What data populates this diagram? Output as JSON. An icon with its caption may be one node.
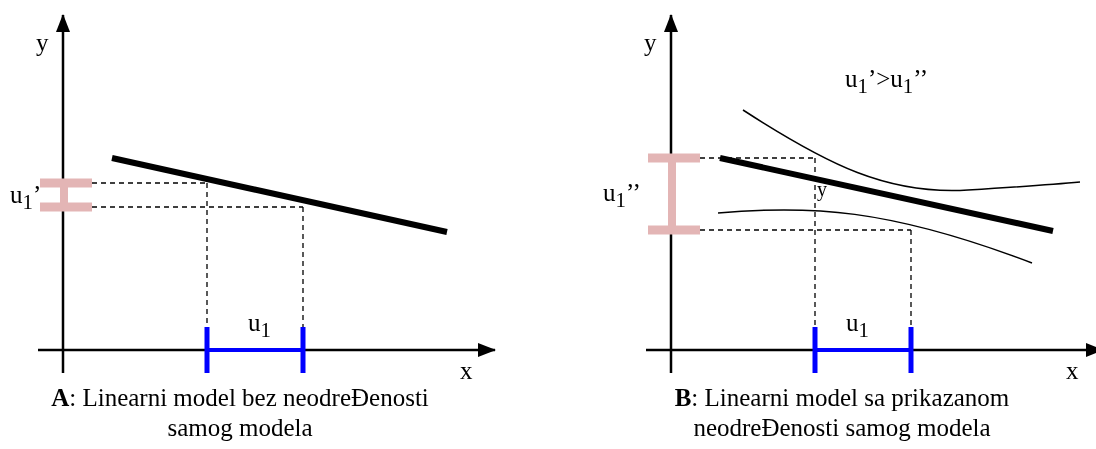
{
  "diagram": {
    "labels": [
      "y",
      "u$_{1}$’",
      "u$_{1}$",
      "x",
      "**A**: Linearni model bez neodreĐenosti samog modela",
      "y",
      "u$_{1}$’>u$_{1}$’’",
      "u$_{1}$’’",
      "y",
      "u$_{1}$",
      "x",
      "**B**: Linearni model sa prikazanom neodreĐenosti samog modela"
    ]
  }
}
